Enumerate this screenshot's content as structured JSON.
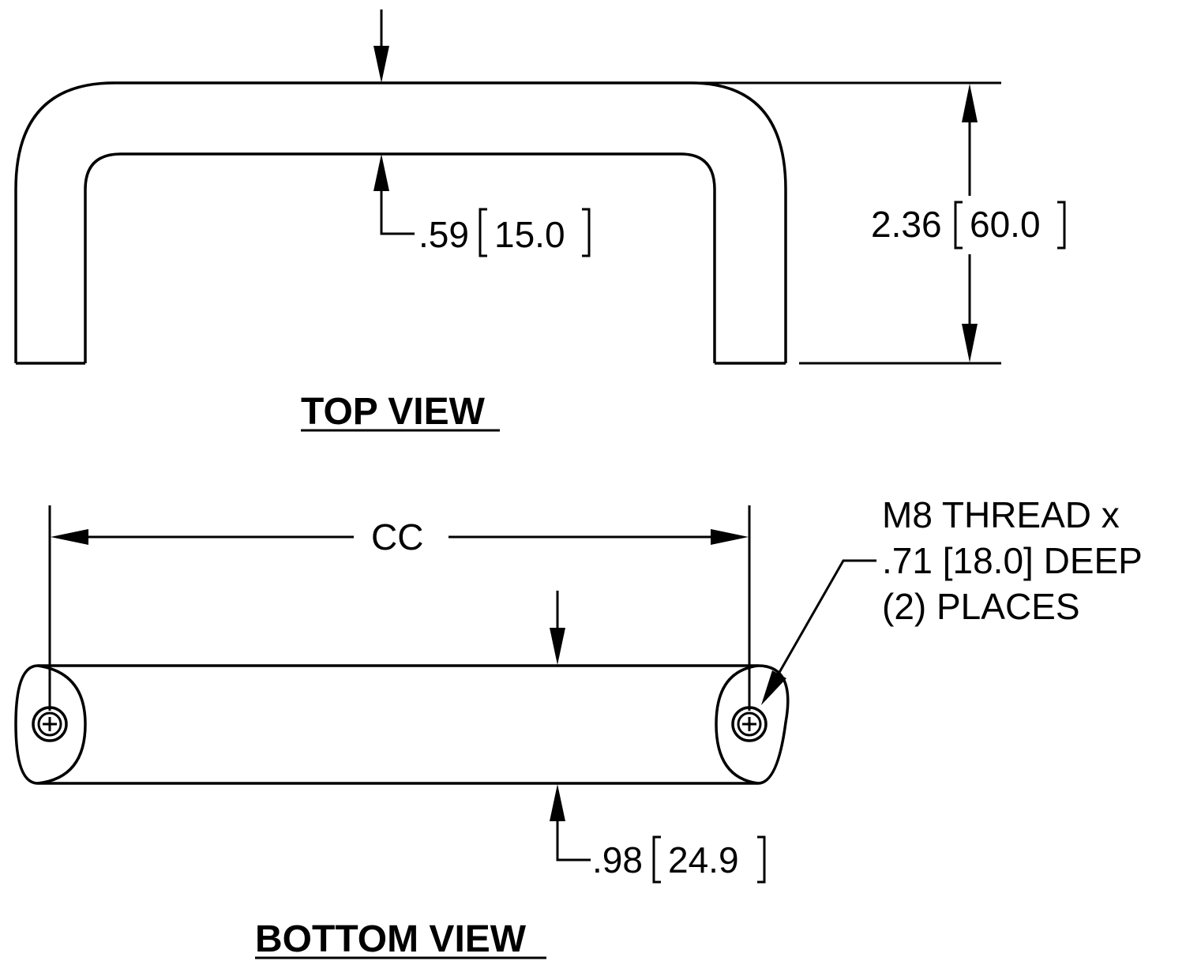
{
  "top_view": {
    "title": "TOP VIEW",
    "wall_dim": {
      "inch": ".59",
      "mm": "15.0"
    },
    "height_dim": {
      "inch": "2.36",
      "mm": "60.0"
    }
  },
  "bottom_view": {
    "title": "BOTTOM VIEW",
    "cc_label": "CC",
    "depth_dim": {
      "inch": ".98",
      "mm": "24.9"
    },
    "thread_note": {
      "line1": "M8 THREAD x",
      "line2": ".71 [18.0] DEEP",
      "line3": "(2) PLACES"
    }
  }
}
